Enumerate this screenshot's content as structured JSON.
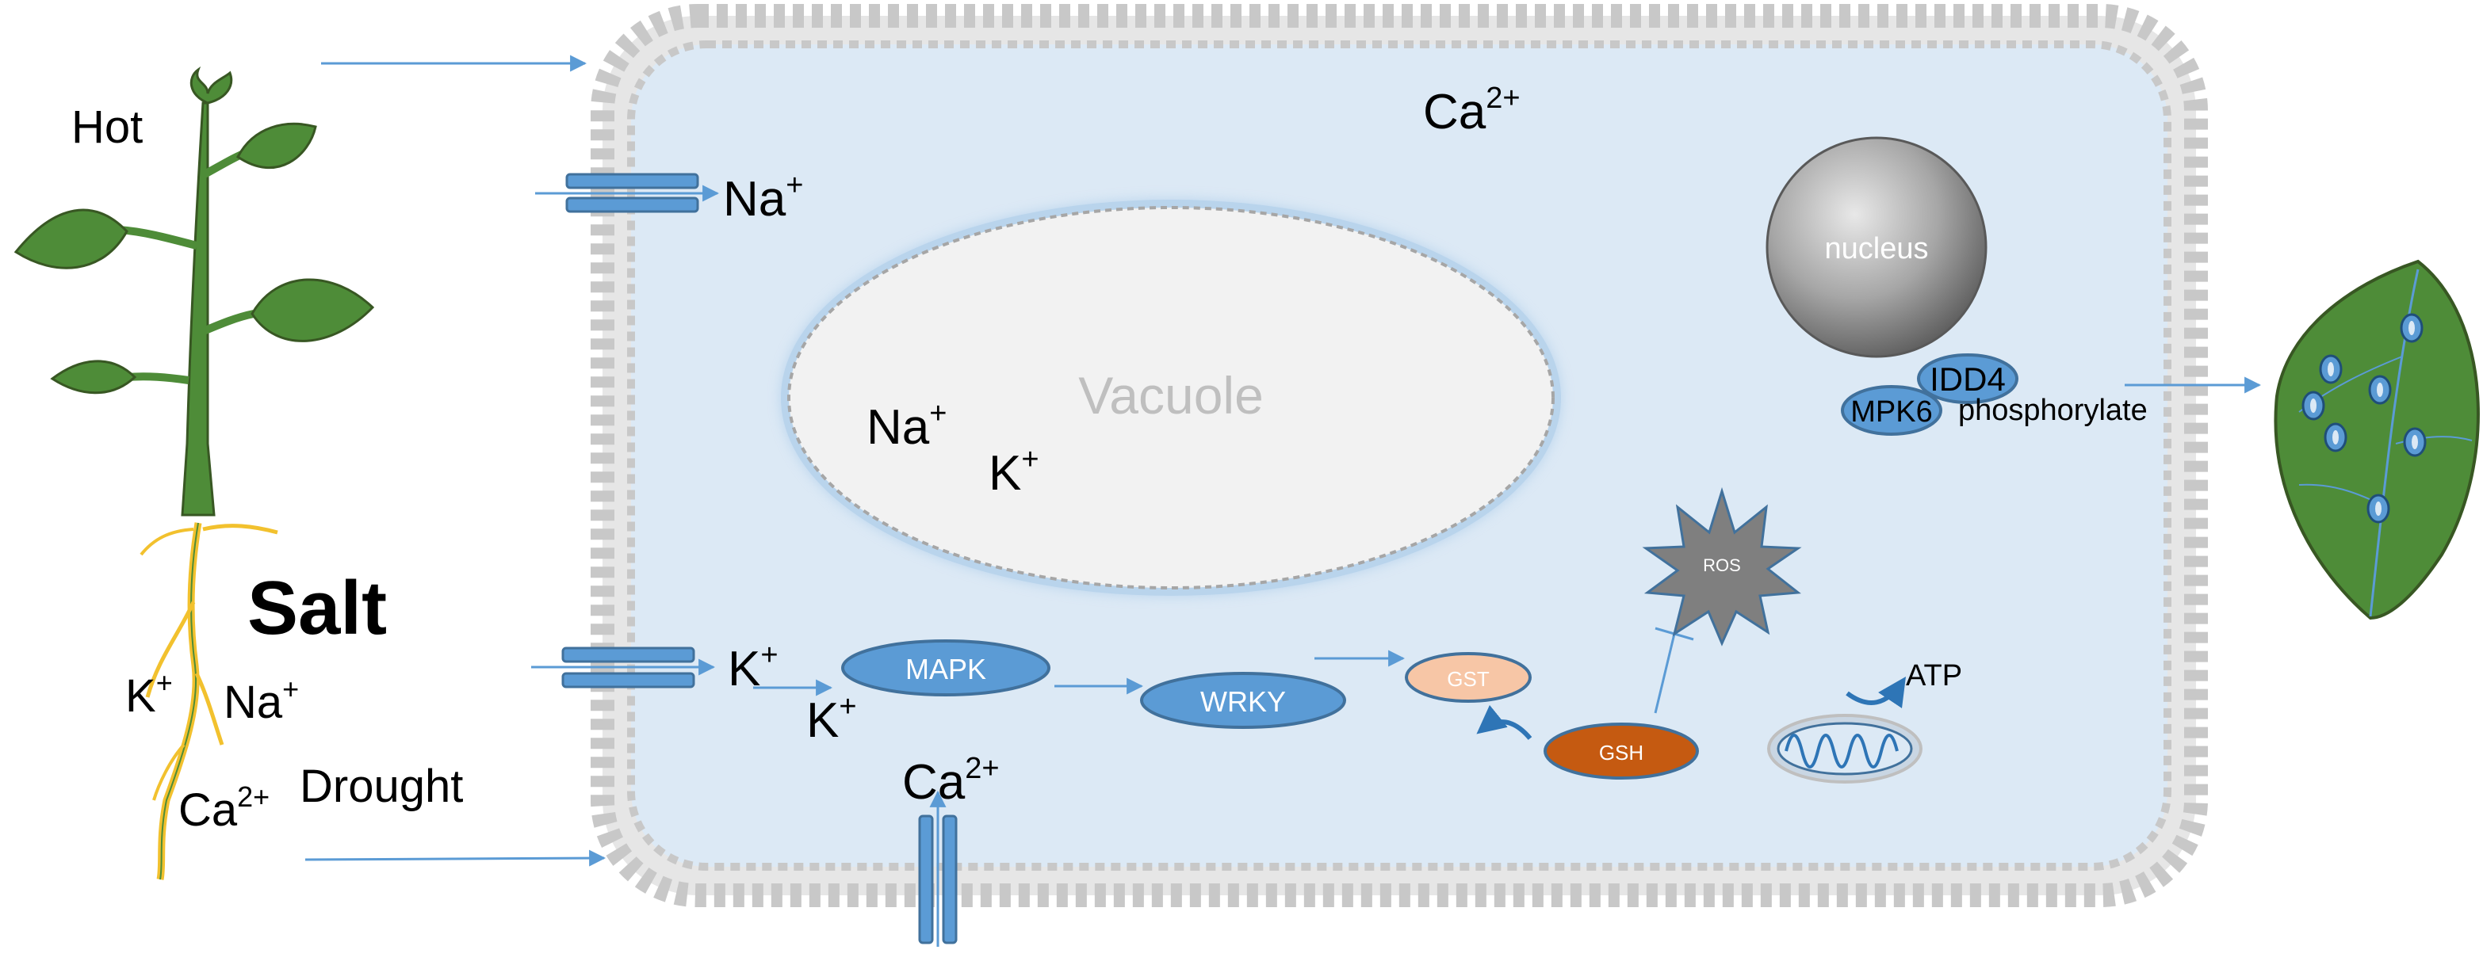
{
  "labels": {
    "hot": "Hot",
    "salt": "Salt",
    "drought": "Drought",
    "root_k": "K",
    "root_na": "Na",
    "root_ca": "Ca",
    "charge_plus": "+",
    "charge_2plus": "2+",
    "na_channel_top": "Na",
    "k_channel": "K",
    "k_inside": "K",
    "ca_cytoplasm": "Ca",
    "ca_channel_bottom": "Ca",
    "vacuole": "Vacuole",
    "vacuole_na": "Na",
    "vacuole_k": "K",
    "nucleus": "nucleus",
    "idd4": "IDD4",
    "mpk6": "MPK6",
    "phosphorylate": "phosphorylate",
    "mapk": "MAPK",
    "wrky": "WRKY",
    "gst": "GST",
    "gsh": "GSH",
    "ros": "ROS",
    "atp": "ATP"
  },
  "colors": {
    "cell_fill": "#dce9f5",
    "membrane": "#c8c8c8",
    "arrow": "#5b9bd5",
    "protein_blue": "#5b9bd5",
    "protein_stroke": "#41719c",
    "gst_fill": "#f7c6a6",
    "gsh_fill": "#c55a11",
    "ros_fill": "#7f7f7f",
    "leaf_green": "#4e8c38",
    "root_yellow": "#f2c12e",
    "vacuole_fill": "#f2f2f2",
    "vacuole_glow": "#9dc3e6"
  },
  "icons": [
    "plant-icon",
    "leaf-with-stomata-icon",
    "mitochondrion-icon",
    "ion-channel-icon",
    "nucleus-icon",
    "ros-star-icon"
  ]
}
